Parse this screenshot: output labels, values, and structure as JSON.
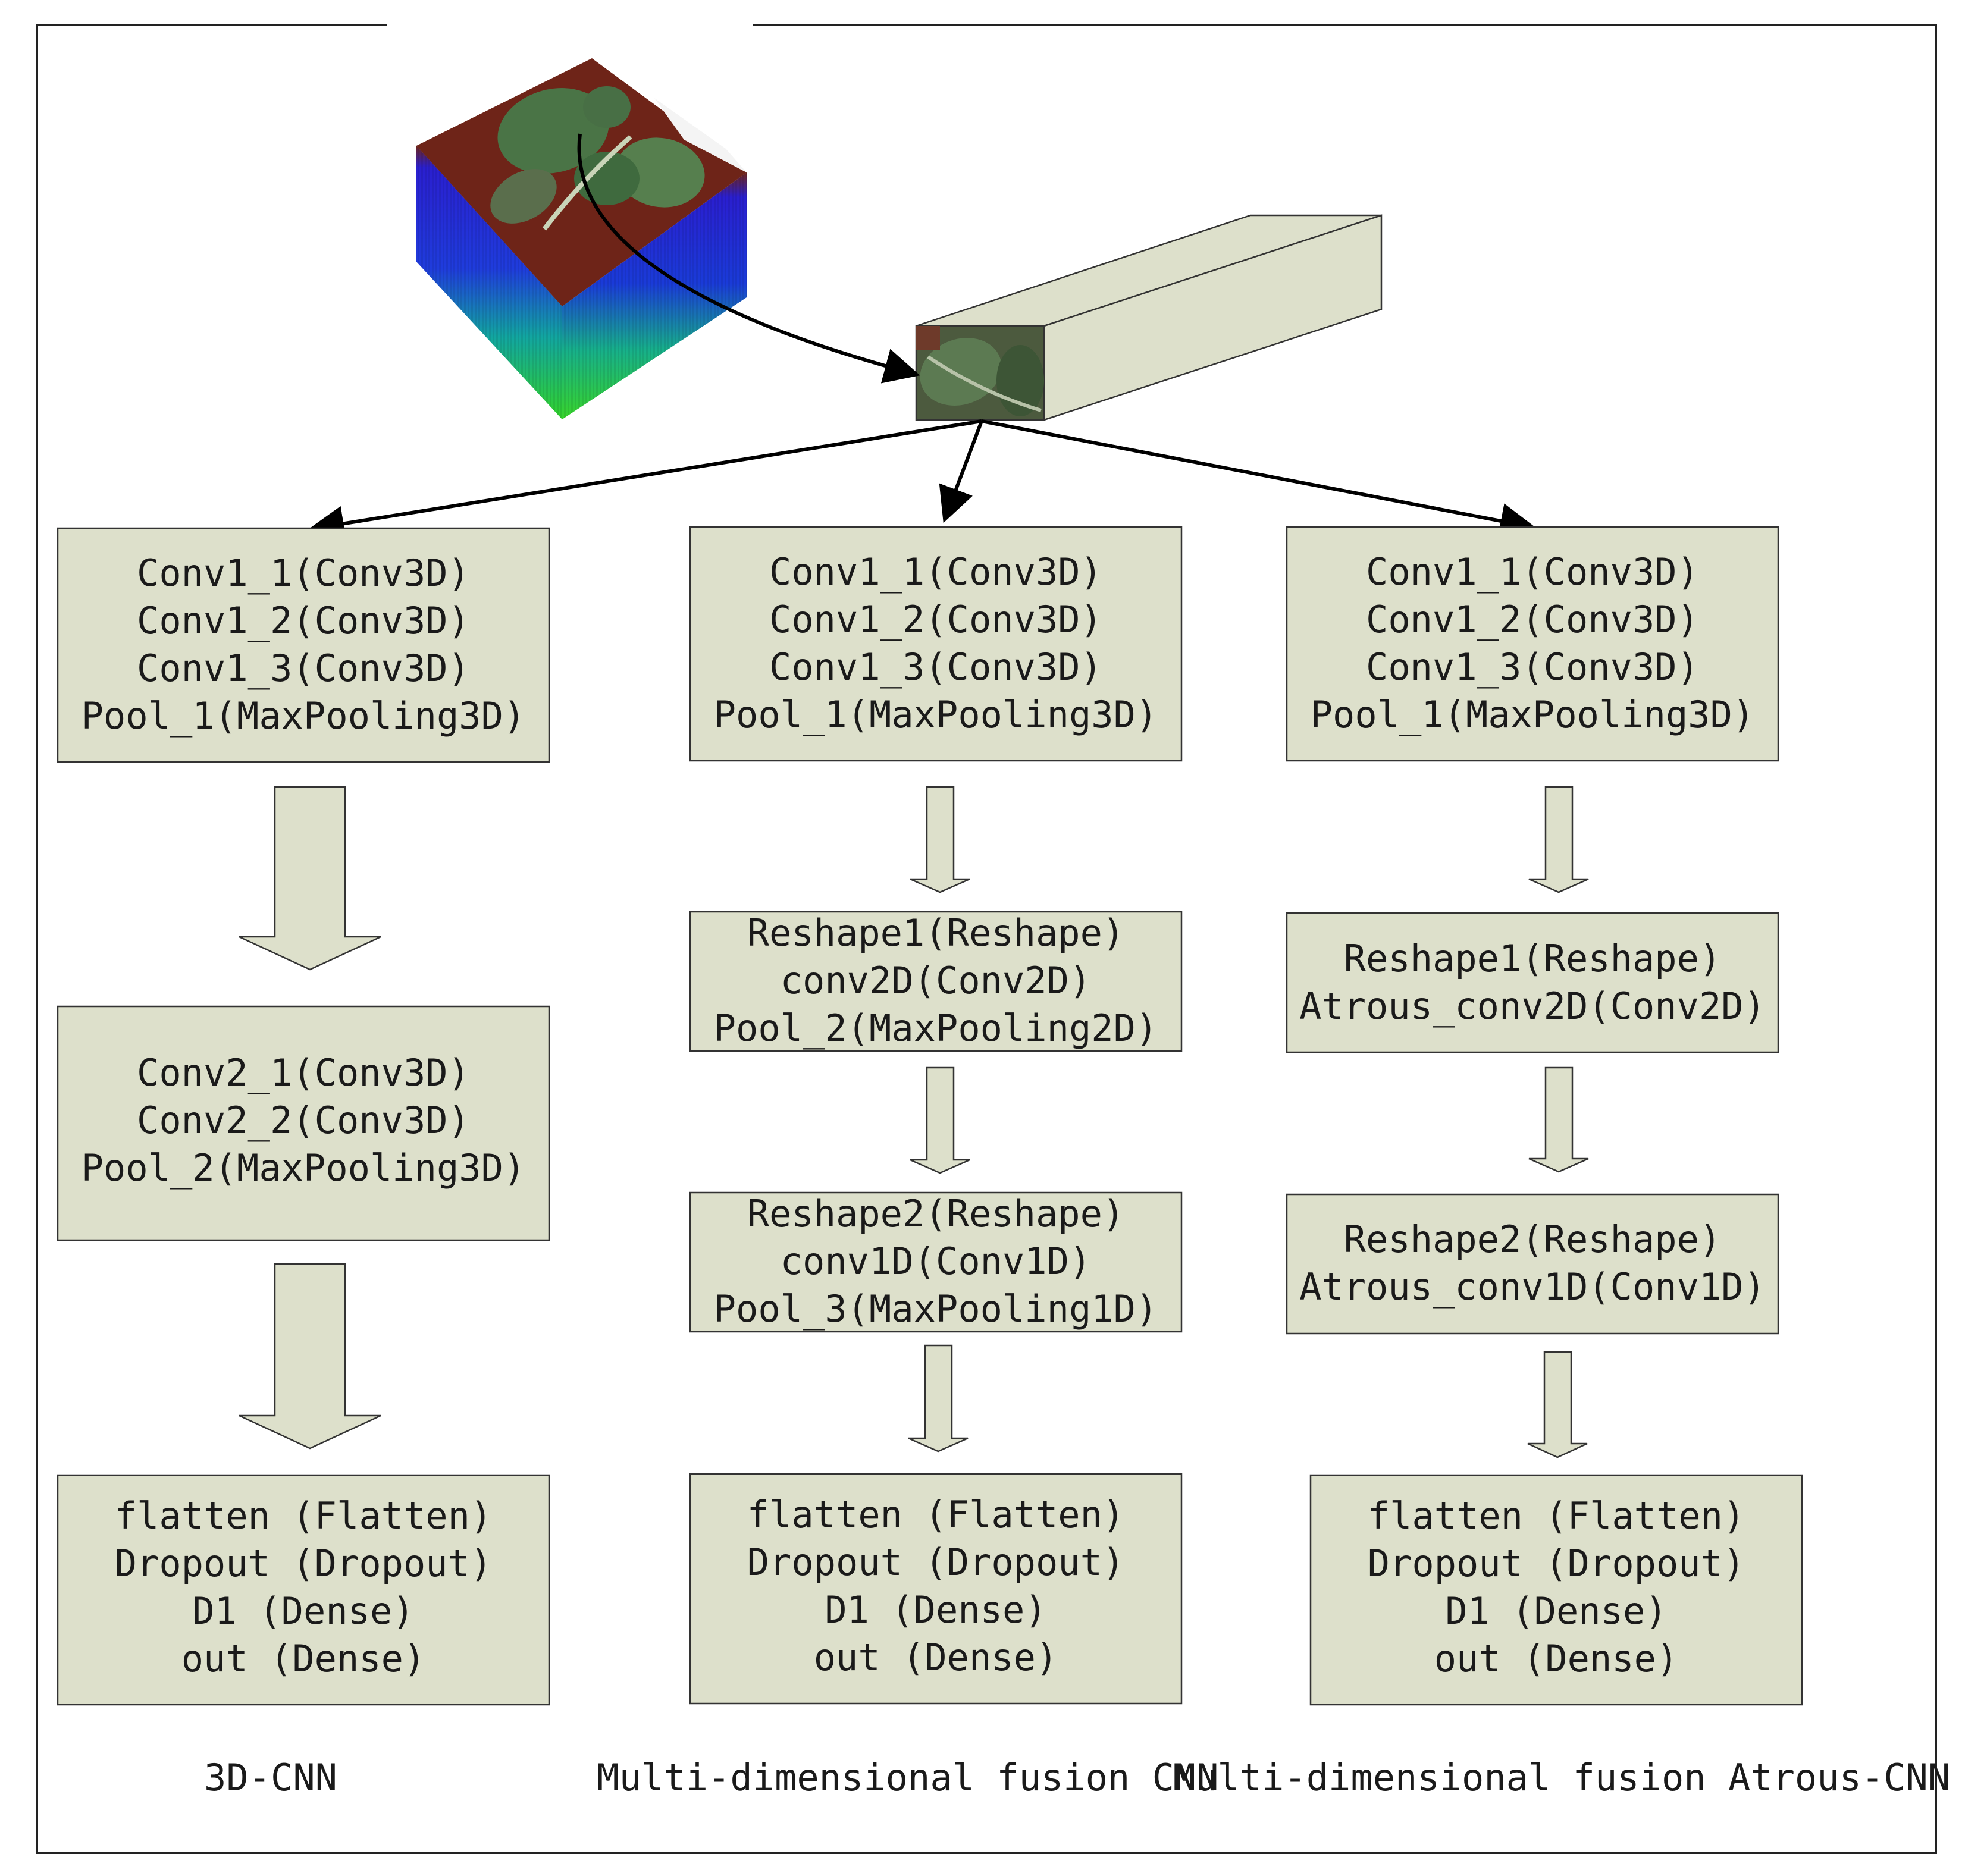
{
  "columns": [
    {
      "caption": "3D-CNN",
      "blocks": [
        [
          "Conv1_1(Conv3D)",
          "Conv1_2(Conv3D)",
          "Conv1_3(Conv3D)",
          "Pool_1(MaxPooling3D)"
        ],
        [
          "Conv2_1(Conv3D)",
          "Conv2_2(Conv3D)",
          "Pool_2(MaxPooling3D)"
        ],
        [
          "flatten (Flatten)",
          "Dropout (Dropout)",
          "D1 (Dense)",
          "out (Dense)"
        ]
      ]
    },
    {
      "caption": "Multi-dimensional fusion CNN",
      "blocks": [
        [
          "Conv1_1(Conv3D)",
          "Conv1_2(Conv3D)",
          "Conv1_3(Conv3D)",
          "Pool_1(MaxPooling3D)"
        ],
        [
          "Reshape1(Reshape)",
          "conv2D(Conv2D)",
          "Pool_2(MaxPooling2D)"
        ],
        [
          "Reshape2(Reshape)",
          "conv1D(Conv1D)",
          "Pool_3(MaxPooling1D)"
        ],
        [
          "flatten (Flatten)",
          "Dropout (Dropout)",
          "D1 (Dense)",
          "out (Dense)"
        ]
      ]
    },
    {
      "caption": "Multi-dimensional fusion Atrous-CNN",
      "blocks": [
        [
          "Conv1_1(Conv3D)",
          "Conv1_2(Conv3D)",
          "Conv1_3(Conv3D)",
          "Pool_1(MaxPooling3D)"
        ],
        [
          "Reshape1(Reshape)",
          "Atrous_conv2D(Conv2D)"
        ],
        [
          "Reshape2(Reshape)",
          "Atrous_conv1D(Conv1D)"
        ],
        [
          "flatten (Flatten)",
          "Dropout (Dropout)",
          "D1 (Dense)",
          "out (Dense)"
        ]
      ]
    }
  ],
  "colors": {
    "block_fill": "#dde0cb",
    "block_stroke": "#333333",
    "leaf_green": "#4f7a4a",
    "cube_top": "#6e2418",
    "cube_side_top": "#2222cc",
    "cube_side_bottom": "#33cc33"
  }
}
